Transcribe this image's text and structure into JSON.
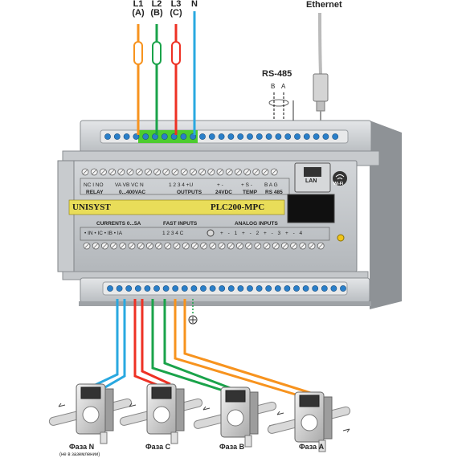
{
  "phases": {
    "l1": {
      "name": "L1",
      "sub": "(A)",
      "color": "#f7931e"
    },
    "l2": {
      "name": "L2",
      "sub": "(B)",
      "color": "#1aa34a"
    },
    "l3": {
      "name": "L3",
      "sub": "(C)",
      "color": "#ee3124"
    },
    "n": {
      "name": "N",
      "color": "#29a8e0"
    }
  },
  "ethernet_label": "Ethernet",
  "rs485": {
    "label": "RS-485",
    "b": "B",
    "a": "A"
  },
  "device": {
    "brand": "UNISYST",
    "model": "PLC200-MPC",
    "lan": "LAN",
    "wifi": "Wi-Fi",
    "top_terminals": {
      "relay_pins": "NC I NO",
      "relay_label": "RELAY",
      "voltage_pins": "VA  VB  VC  N",
      "voltage_label": "0...400VAC",
      "outputs_pins": "1  2  3  4 +U",
      "outputs_label": "OUTPUTS",
      "supply_pins": "+  -",
      "supply_label": "24VDC",
      "temp_pins": "+  S  -",
      "temp_label": "TEMP",
      "rs_pins": "B  A  G",
      "rs_label": "RS 485"
    },
    "bottom_terminals": {
      "currents_label": "CURRENTS 0...5A",
      "currents_pins": "• IN • IC • IB • IA",
      "fast_label": "FAST INPUTS",
      "fast_pins": "1  2  3  4  C",
      "analog_label": "ANALOG INPUTS",
      "analog_pins": "+ - 1 + - 2 + - 3 + - 4"
    }
  },
  "sensors": [
    {
      "label": "Фаза N",
      "note": "(не в заземлении)"
    },
    {
      "label": "Фаза С"
    },
    {
      "label": "Фаза В"
    },
    {
      "label": "Фаза А"
    }
  ]
}
